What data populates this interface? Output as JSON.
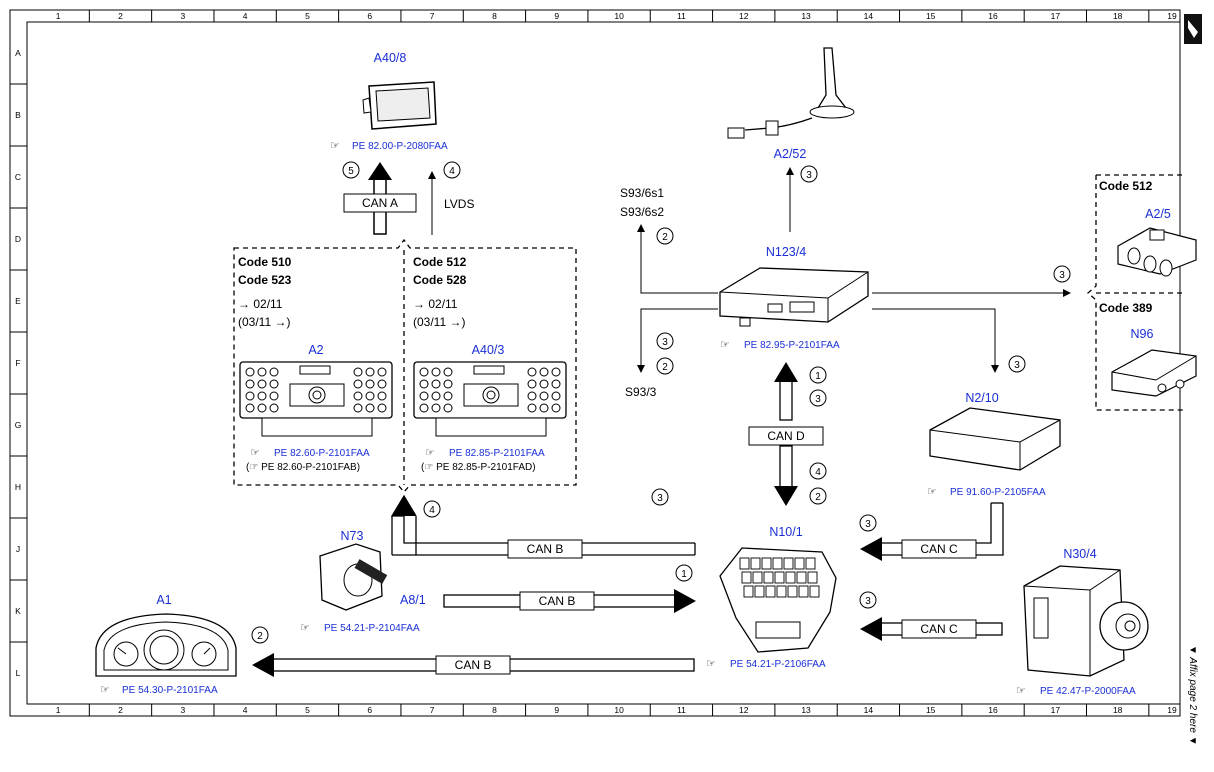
{
  "border": {
    "columns": [
      "1",
      "2",
      "3",
      "4",
      "5",
      "6",
      "7",
      "8",
      "9",
      "10",
      "11",
      "12",
      "13",
      "14",
      "15",
      "16",
      "17",
      "18",
      "19"
    ],
    "rows": [
      "A",
      "B",
      "C",
      "D",
      "E",
      "F",
      "G",
      "H",
      "J",
      "K",
      "L"
    ]
  },
  "components": {
    "a40_8": "A40/8",
    "a2_52": "A2/52",
    "n123_4": "N123/4",
    "a2": "A2",
    "a40_3": "A40/3",
    "n2_10": "N2/10",
    "n10_1": "N10/1",
    "n73": "N73",
    "a8_1": "A8/1",
    "a1": "A1",
    "n30_4": "N30/4",
    "a2_5": "A2/5",
    "n96": "N96"
  },
  "references": {
    "a40_8": "PE 82.00-P-2080FAA",
    "n123_4": "PE 82.95-P-2101FAA",
    "a2": "PE 82.60-P-2101FAA",
    "a2_alt": "PE 82.60-P-2101FAB",
    "a40_3": "PE 82.85-P-2101FAA",
    "a40_3_alt": "PE 82.85-P-2101FAD",
    "n2_10": "PE 91.60-P-2105FAA",
    "n73": "PE 54.21-P-2104FAA",
    "n10_1": "PE 54.21-P-2106FAA",
    "a1": "PE 54.30-P-2101FAA",
    "n30_4": "PE 42.47-P-2000FAA"
  },
  "signals": {
    "s93_6s1": "S93/6s1",
    "s93_6s2": "S93/6s2",
    "s93_3": "S93/3",
    "lvds": "LVDS"
  },
  "bus_labels": {
    "can_a": "CAN A",
    "can_d": "CAN D",
    "can_b1": "CAN B",
    "can_b2": "CAN B",
    "can_b3": "CAN B",
    "can_c1": "CAN C",
    "can_c2": "CAN C"
  },
  "codes": {
    "left_1": "Code 510",
    "left_2": "Code 523",
    "right_1": "Code 512",
    "right_2": "Code 528",
    "box_top": "Code 512",
    "box_bottom": "Code 389"
  },
  "dates": {
    "left_until": "02/11",
    "left_from": "(03/11",
    "right_until": "02/11",
    "right_from": "(03/11"
  },
  "numbers": {
    "a40_8_left": "5",
    "a40_8_right": "4",
    "a2_52": "3",
    "s93_6": "2",
    "s93_3_top": "3",
    "s93_3_bottom": "2",
    "right_box": "3",
    "n2_10": "3",
    "can_d_top1": "1",
    "can_d_top2": "3",
    "can_d_bot1": "4",
    "can_d_bot2": "2",
    "standalone": "3",
    "cluster_up": "4",
    "can_b_mid": "1",
    "a1": "2",
    "can_c1": "3",
    "can_c2": "3"
  },
  "side_note": "▼ Affix page 2 here ▼"
}
